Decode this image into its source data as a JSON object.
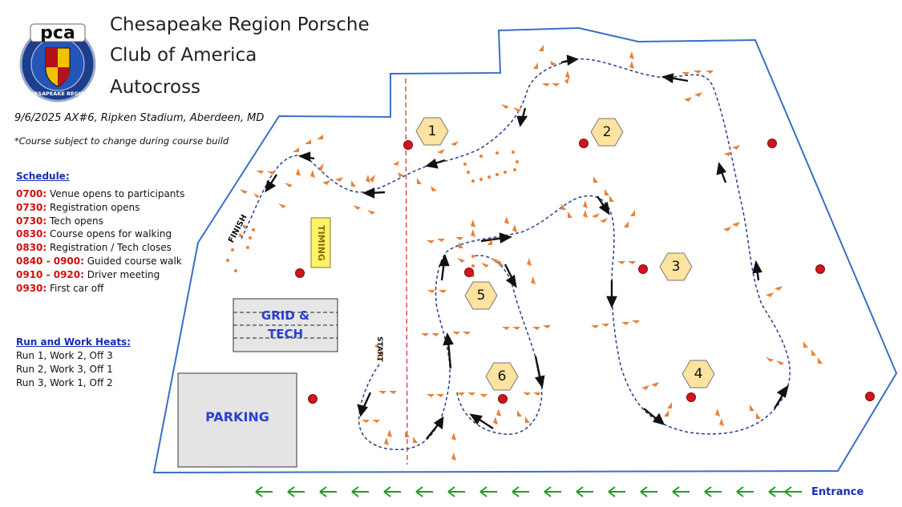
{
  "header": {
    "logo_text": "pca",
    "logo_ring_text": "CHESAPEAKE REGION",
    "title_lines": [
      "Chesapeake Region Porsche",
      "Club of America",
      "Autocross"
    ],
    "event": "9/6/2025 AX#6, Ripken Stadium, Aberdeen, MD",
    "note": "*Course subject to change during course build"
  },
  "schedule": {
    "title": "Schedule:",
    "items": [
      {
        "time": "0700:",
        "text": " Venue opens to participants"
      },
      {
        "time": "0730:",
        "text": " Registration opens"
      },
      {
        "time": "0730:",
        "text": " Tech opens"
      },
      {
        "time": "0830:",
        "text": " Course opens for walking"
      },
      {
        "time": "0830:",
        "text": " Registration / Tech closes"
      },
      {
        "time": "0840 - 0900:",
        "text": " Guided course walk"
      },
      {
        "time": "0910 - 0920:",
        "text": " Driver meeting"
      },
      {
        "time": "0930:",
        "text": " First car off"
      }
    ]
  },
  "heats": {
    "title": "Run and Work Heats:",
    "items": [
      "Run 1, Work 2, Off 3",
      "Run 2, Work 3, Off 1",
      "Run 3, Work 1, Off 2"
    ]
  },
  "map": {
    "grid_label_lines": [
      "GRID &",
      "TECH"
    ],
    "parking_label": "PARKING",
    "timing_label": "TIMING",
    "finish_label": "FINISH",
    "start_label": "START",
    "entrance_label": "Entrance",
    "stations": [
      "1",
      "2",
      "3",
      "4",
      "5",
      "6"
    ]
  },
  "colors": {
    "title_text": "#222222",
    "heading_blue": "#1a2db3",
    "time_red": "#d01010",
    "boundary": "#3a6fc4",
    "cone_orange": "#e8823a",
    "marker_red": "#d2141e",
    "arrow_green": "#1e9e1e",
    "station_fill": "#fde2a0",
    "timing_fill": "#fff36b",
    "dashed_line": "#e03a3a"
  }
}
